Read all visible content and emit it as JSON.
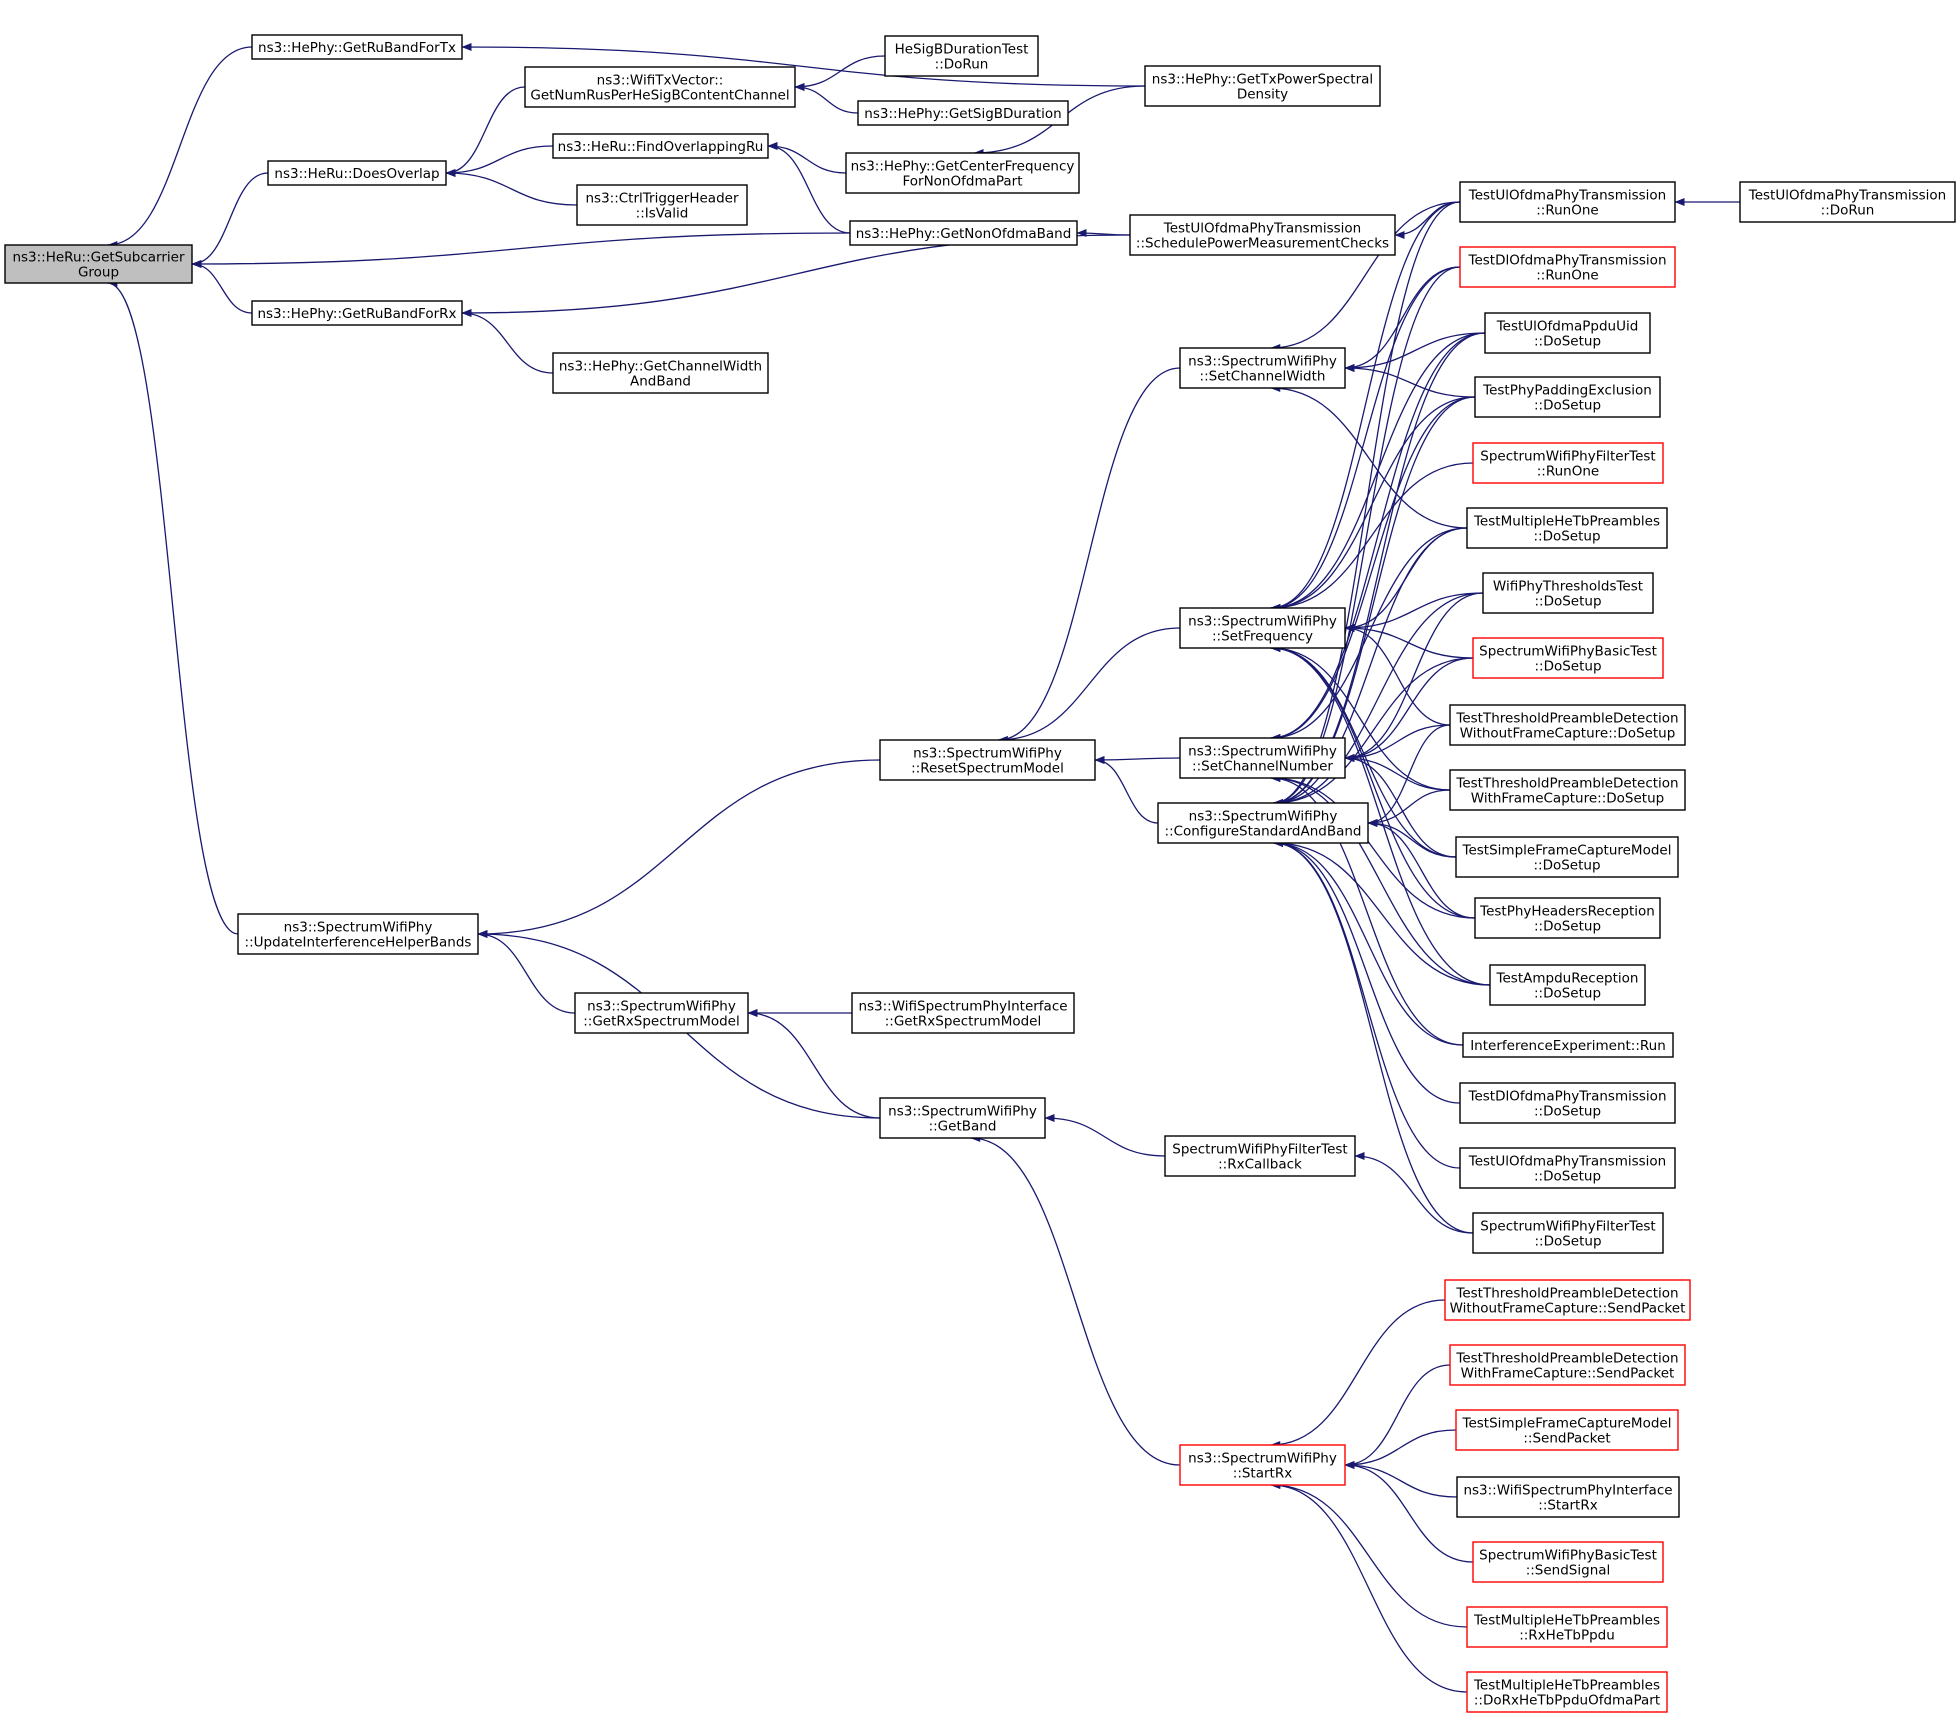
{
  "graph": {
    "edge_color": "#191970",
    "highlight_color": "#ff0000",
    "root_fill": "#bfbfbf",
    "nodes": [
      {
        "id": "root",
        "lines": [
          "ns3::HeRu::GetSubcarrier",
          "Group"
        ],
        "root": true
      },
      {
        "id": "ruTx",
        "lines": [
          "ns3::HePhy::GetRuBandForTx"
        ]
      },
      {
        "id": "doesOverlap",
        "lines": [
          "ns3::HeRu::DoesOverlap"
        ]
      },
      {
        "id": "ruRx",
        "lines": [
          "ns3::HePhy::GetRuBandForRx"
        ]
      },
      {
        "id": "updIf",
        "lines": [
          "ns3::SpectrumWifiPhy",
          "::UpdateInterferenceHelperBands"
        ]
      },
      {
        "id": "numRus",
        "lines": [
          "ns3::WifiTxVector::",
          "GetNumRusPerHeSigBContentChannel"
        ]
      },
      {
        "id": "findOverlap",
        "lines": [
          "ns3::HeRu::FindOverlappingRu"
        ]
      },
      {
        "id": "trigValid",
        "lines": [
          "ns3::CtrlTriggerHeader",
          "::IsValid"
        ]
      },
      {
        "id": "nonOfdma",
        "lines": [
          "ns3::HePhy::GetNonOfdmaBand"
        ]
      },
      {
        "id": "chWidthBand",
        "lines": [
          "ns3::HePhy::GetChannelWidth",
          "AndBand"
        ]
      },
      {
        "id": "sigbTest",
        "lines": [
          "HeSigBDurationTest",
          "::DoRun"
        ]
      },
      {
        "id": "sigbDur",
        "lines": [
          "ns3::HePhy::GetSigBDuration"
        ]
      },
      {
        "id": "centerFreq",
        "lines": [
          "ns3::HePhy::GetCenterFrequency",
          "ForNonOfdmaPart"
        ]
      },
      {
        "id": "txPsd",
        "lines": [
          "ns3::HePhy::GetTxPowerSpectral",
          "Density"
        ]
      },
      {
        "id": "schedPower",
        "lines": [
          "TestUlOfdmaPhyTransmission",
          "::SchedulePowerMeasurementChecks"
        ]
      },
      {
        "id": "ulRunOne",
        "lines": [
          "TestUlOfdmaPhyTransmission",
          "::RunOne"
        ]
      },
      {
        "id": "ulDoRun",
        "lines": [
          "TestUlOfdmaPhyTransmission",
          "::DoRun"
        ]
      },
      {
        "id": "resetSpec",
        "lines": [
          "ns3::SpectrumWifiPhy",
          "::ResetSpectrumModel"
        ]
      },
      {
        "id": "getRxSpec",
        "lines": [
          "ns3::SpectrumWifiPhy",
          "::GetRxSpectrumModel"
        ]
      },
      {
        "id": "ifaceRxSpec",
        "lines": [
          "ns3::WifiSpectrumPhyInterface",
          "::GetRxSpectrumModel"
        ]
      },
      {
        "id": "getBand",
        "lines": [
          "ns3::SpectrumWifiPhy",
          "::GetBand"
        ]
      },
      {
        "id": "setChWidth",
        "lines": [
          "ns3::SpectrumWifiPhy",
          "::SetChannelWidth"
        ]
      },
      {
        "id": "setFreq",
        "lines": [
          "ns3::SpectrumWifiPhy",
          "::SetFrequency"
        ]
      },
      {
        "id": "setChNum",
        "lines": [
          "ns3::SpectrumWifiPhy",
          "::SetChannelNumber"
        ]
      },
      {
        "id": "cfgStd",
        "lines": [
          "ns3::SpectrumWifiPhy",
          "::ConfigureStandardAndBand"
        ]
      },
      {
        "id": "rxCallback",
        "lines": [
          "SpectrumWifiPhyFilterTest",
          "::RxCallback"
        ]
      },
      {
        "id": "startRx",
        "lines": [
          "ns3::SpectrumWifiPhy",
          "::StartRx"
        ],
        "red": true
      },
      {
        "id": "dlRunOne",
        "lines": [
          "TestDlOfdmaPhyTransmission",
          "::RunOne"
        ],
        "red": true
      },
      {
        "id": "ppduUid",
        "lines": [
          "TestUlOfdmaPpduUid",
          "::DoSetup"
        ]
      },
      {
        "id": "padExcl",
        "lines": [
          "TestPhyPaddingExclusion",
          "::DoSetup"
        ]
      },
      {
        "id": "filterRunOne",
        "lines": [
          "SpectrumWifiPhyFilterTest",
          "::RunOne"
        ],
        "red": true
      },
      {
        "id": "multiHeTbSetup",
        "lines": [
          "TestMultipleHeTbPreambles",
          "::DoSetup"
        ]
      },
      {
        "id": "thrTest",
        "lines": [
          "WifiPhyThresholdsTest",
          "::DoSetup"
        ]
      },
      {
        "id": "basicTestSetup",
        "lines": [
          "SpectrumWifiPhyBasicTest",
          "::DoSetup"
        ],
        "red": true
      },
      {
        "id": "thrWithout",
        "lines": [
          "TestThresholdPreambleDetection",
          "WithoutFrameCapture::DoSetup"
        ]
      },
      {
        "id": "thrWith",
        "lines": [
          "TestThresholdPreambleDetection",
          "WithFrameCapture::DoSetup"
        ]
      },
      {
        "id": "simpleFc",
        "lines": [
          "TestSimpleFrameCaptureModel",
          "::DoSetup"
        ]
      },
      {
        "id": "hdrRecep",
        "lines": [
          "TestPhyHeadersReception",
          "::DoSetup"
        ]
      },
      {
        "id": "ampdu",
        "lines": [
          "TestAmpduReception",
          "::DoSetup"
        ]
      },
      {
        "id": "ifExp",
        "lines": [
          "InterferenceExperiment::Run"
        ]
      },
      {
        "id": "dlSetup",
        "lines": [
          "TestDlOfdmaPhyTransmission",
          "::DoSetup"
        ]
      },
      {
        "id": "ulSetup",
        "lines": [
          "TestUlOfdmaPhyTransmission",
          "::DoSetup"
        ]
      },
      {
        "id": "filterSetup",
        "lines": [
          "SpectrumWifiPhyFilterTest",
          "::DoSetup"
        ]
      },
      {
        "id": "sendWithout",
        "lines": [
          "TestThresholdPreambleDetection",
          "WithoutFrameCapture::SendPacket"
        ],
        "red": true
      },
      {
        "id": "sendWith",
        "lines": [
          "TestThresholdPreambleDetection",
          "WithFrameCapture::SendPacket"
        ],
        "red": true
      },
      {
        "id": "sendSimple",
        "lines": [
          "TestSimpleFrameCaptureModel",
          "::SendPacket"
        ],
        "red": true
      },
      {
        "id": "ifaceStartRx",
        "lines": [
          "ns3::WifiSpectrumPhyInterface",
          "::StartRx"
        ]
      },
      {
        "id": "sendSignal",
        "lines": [
          "SpectrumWifiPhyBasicTest",
          "::SendSignal"
        ],
        "red": true
      },
      {
        "id": "rxHeTb",
        "lines": [
          "TestMultipleHeTbPreambles",
          "::RxHeTbPpdu"
        ],
        "red": true
      },
      {
        "id": "doRxHeTb",
        "lines": [
          "TestMultipleHeTbPreambles",
          "::DoRxHeTbPpduOfdmaPart"
        ],
        "red": true
      }
    ]
  }
}
